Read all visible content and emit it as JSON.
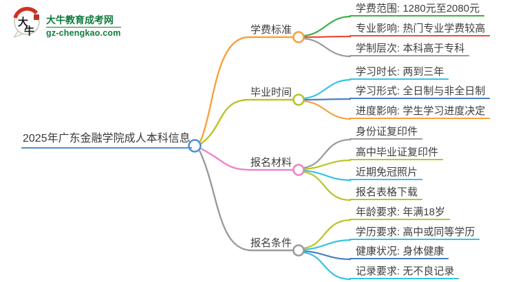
{
  "logo": {
    "icon_char_1": "大",
    "icon_char_2": "牛",
    "title": "大牛教育成考网",
    "domain": "gz-chengkao.com",
    "brand_color": "#0e7b3d",
    "icon_red": "#cf3323"
  },
  "root": {
    "label": "2025年广东金融学院成人本科信息",
    "color": "#4a90d2"
  },
  "branches": [
    {
      "label": "学费标准",
      "color": "#f7a13b",
      "children": [
        {
          "label": "学费范围: 1280元至2080元",
          "color": "#3fae49"
        },
        {
          "label": "专业影响: 热门专业学费较高",
          "color": "#e84c3d"
        },
        {
          "label": "学制层次: 本科高于专科",
          "color": "#9a9a9a"
        }
      ]
    },
    {
      "label": "毕业时间",
      "color": "#b9c427",
      "children": [
        {
          "label": "学习时长: 两到三年",
          "color": "#36c3e3"
        },
        {
          "label": "学习形式: 全日制与非全日制",
          "color": "#4a7fc1"
        },
        {
          "label": "进度影响: 学生学习进度决定",
          "color": "#f7a13b"
        }
      ]
    },
    {
      "label": "报名材料",
      "color": "#ee82c8",
      "children": [
        {
          "label": "身份证复印件",
          "color": "#9a9a9a"
        },
        {
          "label": "高中毕业证复印件",
          "color": "#b9c427"
        },
        {
          "label": "近期免冠照片",
          "color": "#36c3e3"
        },
        {
          "label": "报名表格下载",
          "color": "#b9c427"
        }
      ]
    },
    {
      "label": "报名条件",
      "color": "#9a9a9a",
      "children": [
        {
          "label": "年龄要求: 年满18岁",
          "color": "#b9c427"
        },
        {
          "label": "学历要求: 高中或同等学历",
          "color": "#36c3e3"
        },
        {
          "label": "健康状况: 身体健康",
          "color": "#4a7fc1"
        },
        {
          "label": "记录要求: 无不良记录",
          "color": "#36c3e3"
        }
      ]
    }
  ]
}
